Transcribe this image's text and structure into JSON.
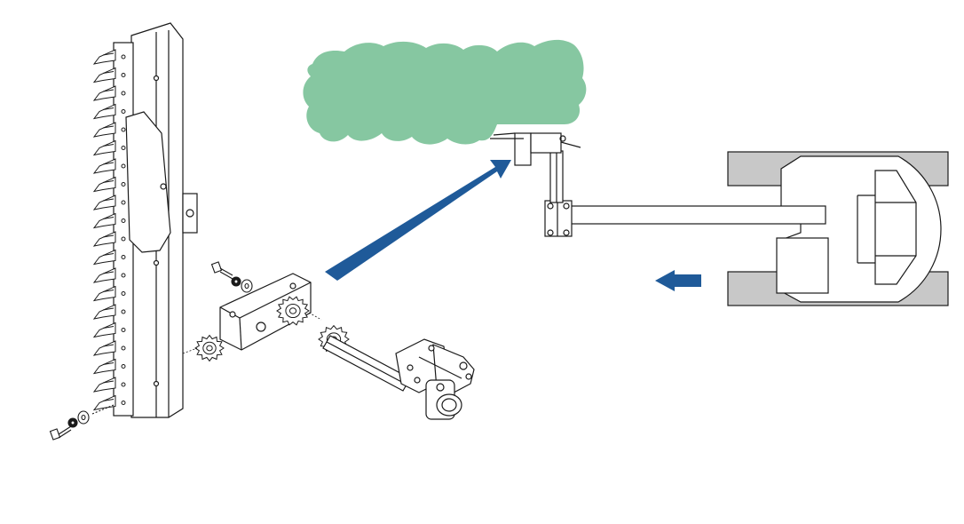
{
  "diagram": {
    "colors": {
      "line": "#1a1a1a",
      "foliage": "#86c7a1",
      "track": "#c8c8c8",
      "arrow": "#1f5a99",
      "background": "#ffffff"
    },
    "parts": [
      {
        "name": "cutter-bar",
        "icon": "hedge-cutter-blade-assembly"
      },
      {
        "name": "drive-housing",
        "icon": "gearbox-housing"
      },
      {
        "name": "drive-sprocket",
        "icon": "sprocket"
      },
      {
        "name": "drive-shaft",
        "icon": "shaft-with-sprocket"
      },
      {
        "name": "mounting-bracket",
        "icon": "pivot-bracket"
      },
      {
        "name": "bolts-and-washers",
        "icon": "fasteners"
      }
    ],
    "scene": {
      "foliage": "hedge",
      "machine": "tracked-excavator-top-view",
      "direction_arrow": "travel-left",
      "callout_arrow": "detail-pointer"
    }
  }
}
